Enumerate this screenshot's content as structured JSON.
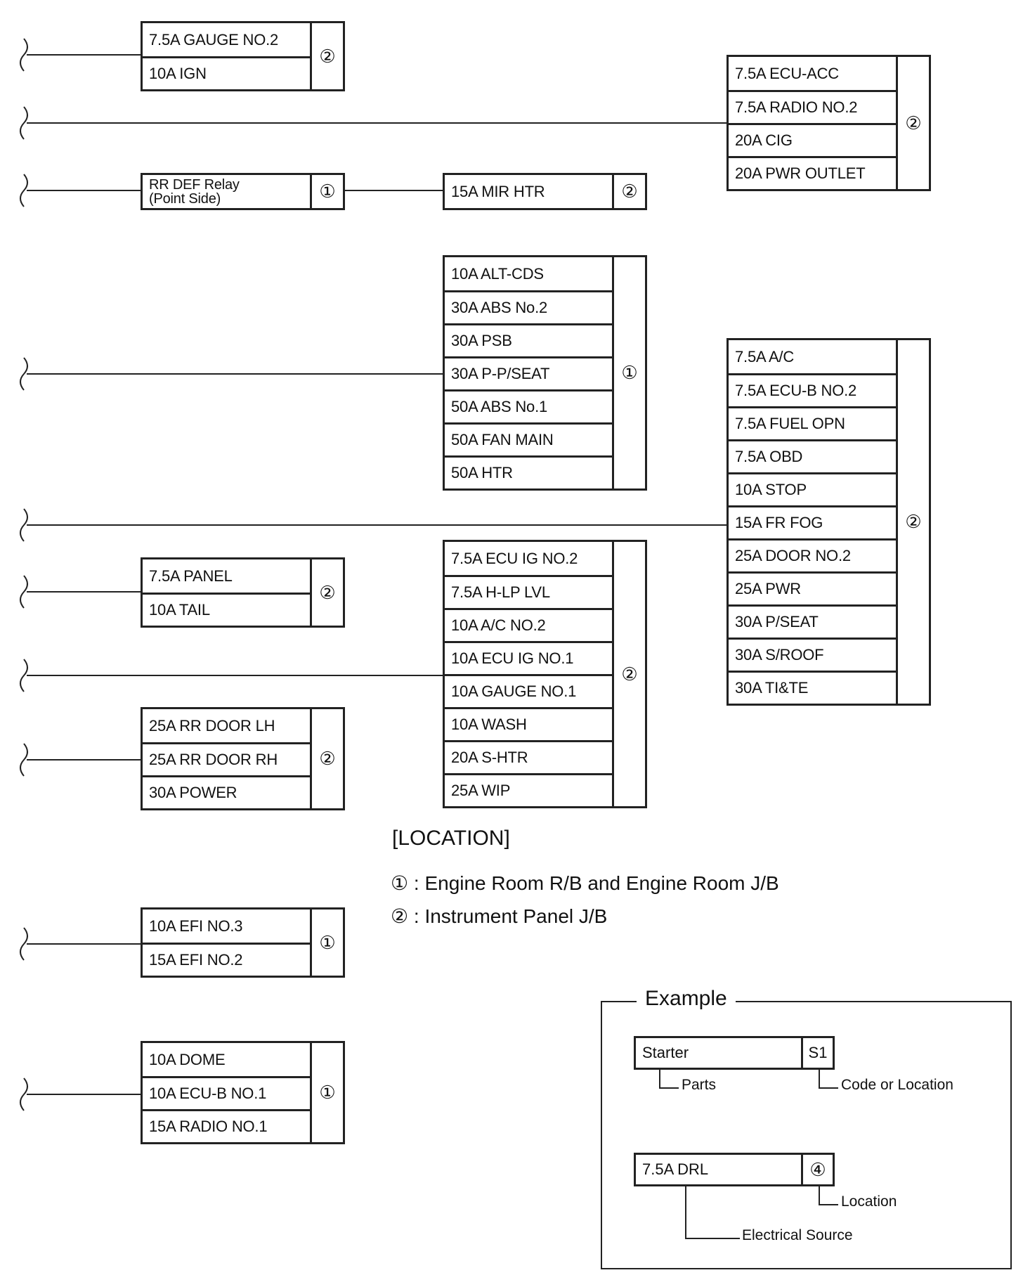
{
  "groups": [
    {
      "id": "gauge2",
      "items": [
        "7.5A GAUGE NO.2",
        "10A IGN"
      ],
      "loc": "②"
    },
    {
      "id": "rrdef",
      "items": [
        "RR DEF Relay\n(Point Side)"
      ],
      "loc": "①"
    },
    {
      "id": "mirhtr",
      "items": [
        "15A MIR HTR"
      ],
      "loc": "②"
    },
    {
      "id": "ecuacc",
      "items": [
        "7.5A ECU-ACC",
        "7.5A RADIO NO.2",
        "20A CIG",
        "20A PWR OUTLET"
      ],
      "loc": "②"
    },
    {
      "id": "altcds",
      "items": [
        "10A ALT-CDS",
        "30A ABS No.2",
        "30A PSB",
        "30A P-P/SEAT",
        "50A ABS No.1",
        "50A FAN MAIN",
        "50A HTR"
      ],
      "loc": "①"
    },
    {
      "id": "ac",
      "items": [
        "7.5A A/C",
        "7.5A ECU-B NO.2",
        "7.5A FUEL OPN",
        "7.5A OBD",
        "10A STOP",
        "15A FR FOG",
        "25A DOOR NO.2",
        "25A PWR",
        "30A P/SEAT",
        "30A S/ROOF",
        "30A TI&TE"
      ],
      "loc": "②"
    },
    {
      "id": "panel",
      "items": [
        "7.5A PANEL",
        "10A TAIL"
      ],
      "loc": "②"
    },
    {
      "id": "ecuig",
      "items": [
        "7.5A ECU IG NO.2",
        "7.5A H-LP LVL",
        "10A A/C NO.2",
        "10A ECU IG NO.1",
        "10A GAUGE NO.1",
        "10A WASH",
        "20A S-HTR",
        "25A WIP"
      ],
      "loc": "②"
    },
    {
      "id": "rrdoor",
      "items": [
        "25A RR DOOR LH",
        "25A RR DOOR RH",
        "30A POWER"
      ],
      "loc": "②"
    },
    {
      "id": "efi",
      "items": [
        "10A EFI NO.3",
        "15A EFI NO.2"
      ],
      "loc": "①"
    },
    {
      "id": "dome",
      "items": [
        "10A DOME",
        "10A ECU-B NO.1",
        "15A RADIO NO.1"
      ],
      "loc": "①"
    }
  ],
  "legend": {
    "title": "[LOCATION]",
    "line1": "① : Engine Room R/B and Engine Room J/B",
    "line2": "② : Instrument Panel J/B"
  },
  "example": {
    "title": "Example",
    "box1_name": "Starter",
    "box1_code": "S1",
    "label_parts": "Parts",
    "label_code": "Code or Location",
    "box2_name": "7.5A DRL",
    "box2_code": "④",
    "label_location": "Location",
    "label_source": "Electrical Source"
  }
}
